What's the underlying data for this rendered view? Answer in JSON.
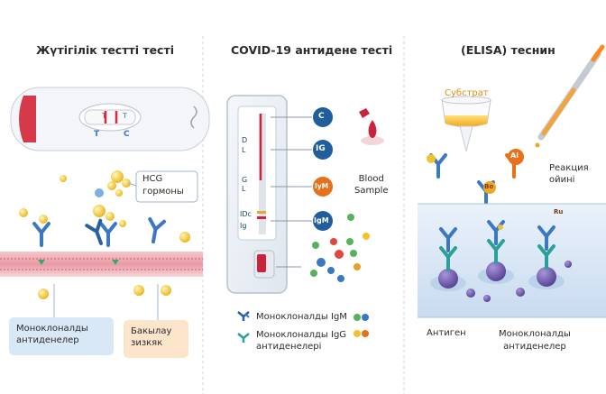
{
  "panels": {
    "pregnancy": {
      "title": "Жүтігілік тестті тесті",
      "strip_t": "T",
      "strip_c": "T",
      "well_t": "T",
      "well_c": "C",
      "hcg_label": "HCG\nгормоны",
      "monoclonal_box": "Моноклоналды\nантиденелер",
      "control_box": "Бакылау\nзизкяк"
    },
    "covid": {
      "title": "COVID-19 антидене тесті",
      "strip_letters": [
        "D",
        "L",
        "G",
        "L",
        "IDc",
        "Ig"
      ],
      "marker_c": "C",
      "marker_ig": "IG",
      "marker_iym": "IyM",
      "marker_igm": "IgM",
      "blood_sample": "Blood\nSample",
      "legend_igm": "Моноклоналды IgM",
      "legend_igg": "Моноклоналды IgG\nантиденелері"
    },
    "elisa": {
      "title": "(ELISA) теснин",
      "substrate": "Субстрат",
      "reaction": "Реакция\nойині",
      "antigen": "Антиген",
      "antibodies": "Моноклоналды\nантиденелер",
      "enzyme_a": "Al",
      "enzyme_b": "Bo",
      "enzyme_c": "Ru"
    }
  },
  "colors": {
    "divider": "#d8dde4",
    "antibody_blue": "#3a78c2",
    "antibody_teal": "#2aa198",
    "hcg_yellow": "#f2c12e",
    "line_red": "#c9243b",
    "covid_orange": "#e8701a",
    "elisa_purple": "#6b55a8",
    "box_blue": "#d8e8f6",
    "box_peach": "#fde5cc"
  },
  "icons": [
    "antibody-y-icon",
    "hcg-molecule-icon",
    "blood-drop-icon",
    "pipette-icon",
    "beaker-icon",
    "enzyme-icon",
    "antigen-sphere-icon"
  ]
}
